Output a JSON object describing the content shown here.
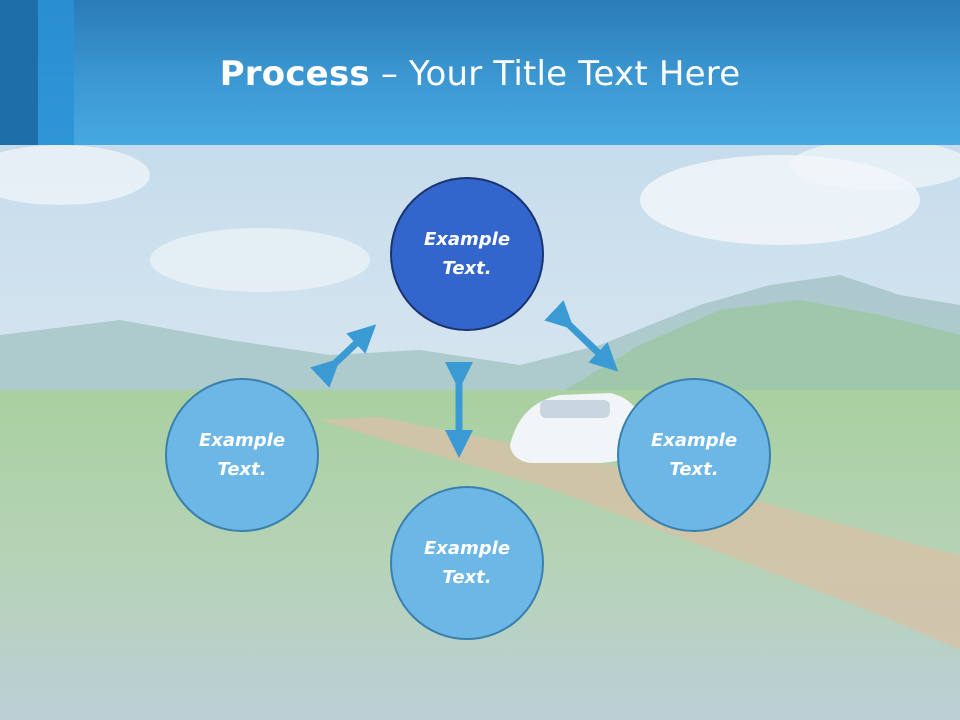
{
  "title": {
    "bold": "Process",
    "rest": " – Your Title Text Here"
  },
  "diagram": {
    "nodes": {
      "top": "Example Text.",
      "left": "Example Text.",
      "right": "Example Text.",
      "bottom": "Example Text."
    }
  },
  "colors": {
    "header": "#3c98d2",
    "center_node": "#3366cc",
    "outer_node": "#6db7e6",
    "arrow": "#3a9ad4"
  }
}
